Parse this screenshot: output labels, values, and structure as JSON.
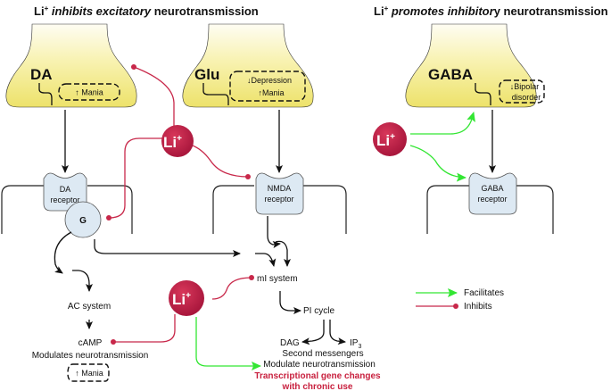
{
  "titles": {
    "left": {
      "prefix": "Li",
      "sup": "+",
      "italic": " inhibits excitatory",
      "rest": "  neurotransmission"
    },
    "right": {
      "prefix": "Li",
      "sup": "+",
      "italic": " promotes inhibitor",
      "rest": "y neurotransmission"
    }
  },
  "terminals": [
    {
      "id": "da",
      "neurotransmitter": "DA",
      "effects": [
        "↑ Mania"
      ]
    },
    {
      "id": "glu",
      "neurotransmitter": "Glu",
      "effects": [
        "↓Depression",
        "↑Mania"
      ]
    },
    {
      "id": "gaba",
      "neurotransmitter": "GABA",
      "effects": [
        "↓Bipolar",
        "disorder"
      ]
    }
  ],
  "receptors": [
    {
      "id": "da-receptor",
      "lines": [
        "DA",
        "receptor"
      ]
    },
    {
      "id": "nmda-receptor",
      "lines": [
        "NMDA",
        "receptor"
      ]
    },
    {
      "id": "gaba-receptor",
      "lines": [
        "GABA",
        "receptor"
      ]
    }
  ],
  "g_protein": "G",
  "lithium": {
    "label": "Li",
    "sup": "+"
  },
  "pathway": {
    "ac_system": "AC system",
    "camp": "cAMP",
    "camp_effect": "Modulates neurotransmission",
    "camp_mania": "↑ Mania",
    "mi_system": "mI system",
    "pi_cycle": "PI cycle",
    "dag": "DAG",
    "ip3": "IP",
    "ip3_sub": "3",
    "second_messengers": "Second messengers",
    "modulate": "Modulate neurotransmission",
    "transcription_1": "Transcriptional gene changes",
    "transcription_2": "with chronic use"
  },
  "legend": {
    "facilitates": "Facilitates",
    "inhibits": "Inhibits"
  },
  "colors": {
    "terminal_top": "#fdfbe6",
    "terminal_bottom": "#efe56c",
    "lithium": "#b8193f",
    "inhibit": "#c8284a",
    "facilitate": "#33e633",
    "receptor": "#dde9f3",
    "transcription_text": "#c8203e"
  }
}
